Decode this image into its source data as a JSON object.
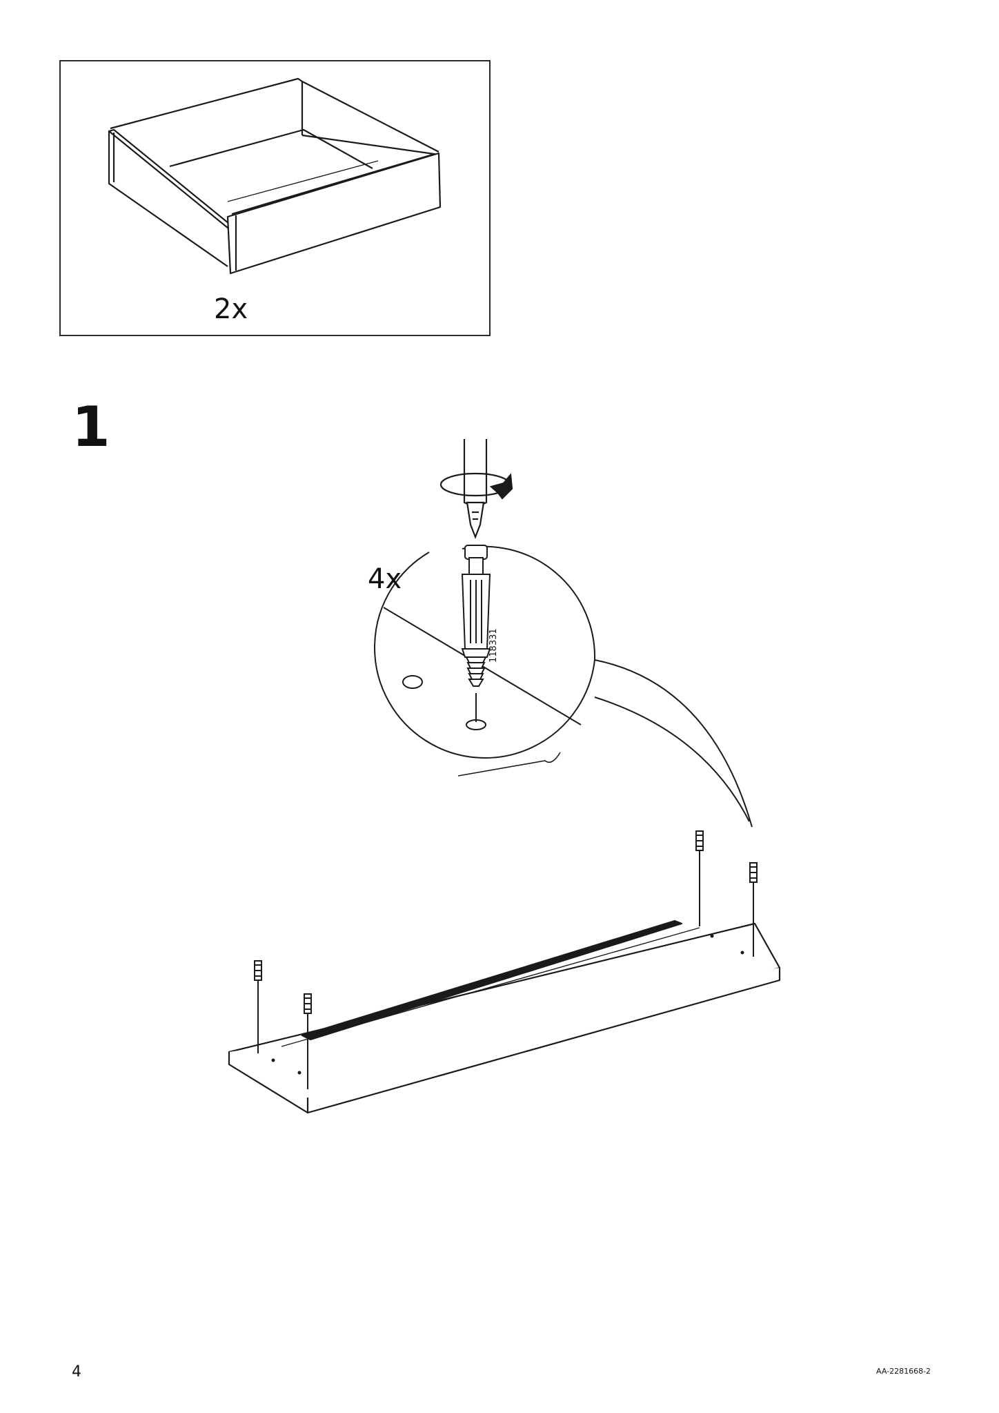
{
  "inventory_box": {
    "quantity_label": "2x"
  },
  "step": {
    "number": "1",
    "quantity_label": "4x",
    "part_number": "118331"
  },
  "footer": {
    "page_number": "4",
    "document_code": "AA-2281668-2"
  }
}
